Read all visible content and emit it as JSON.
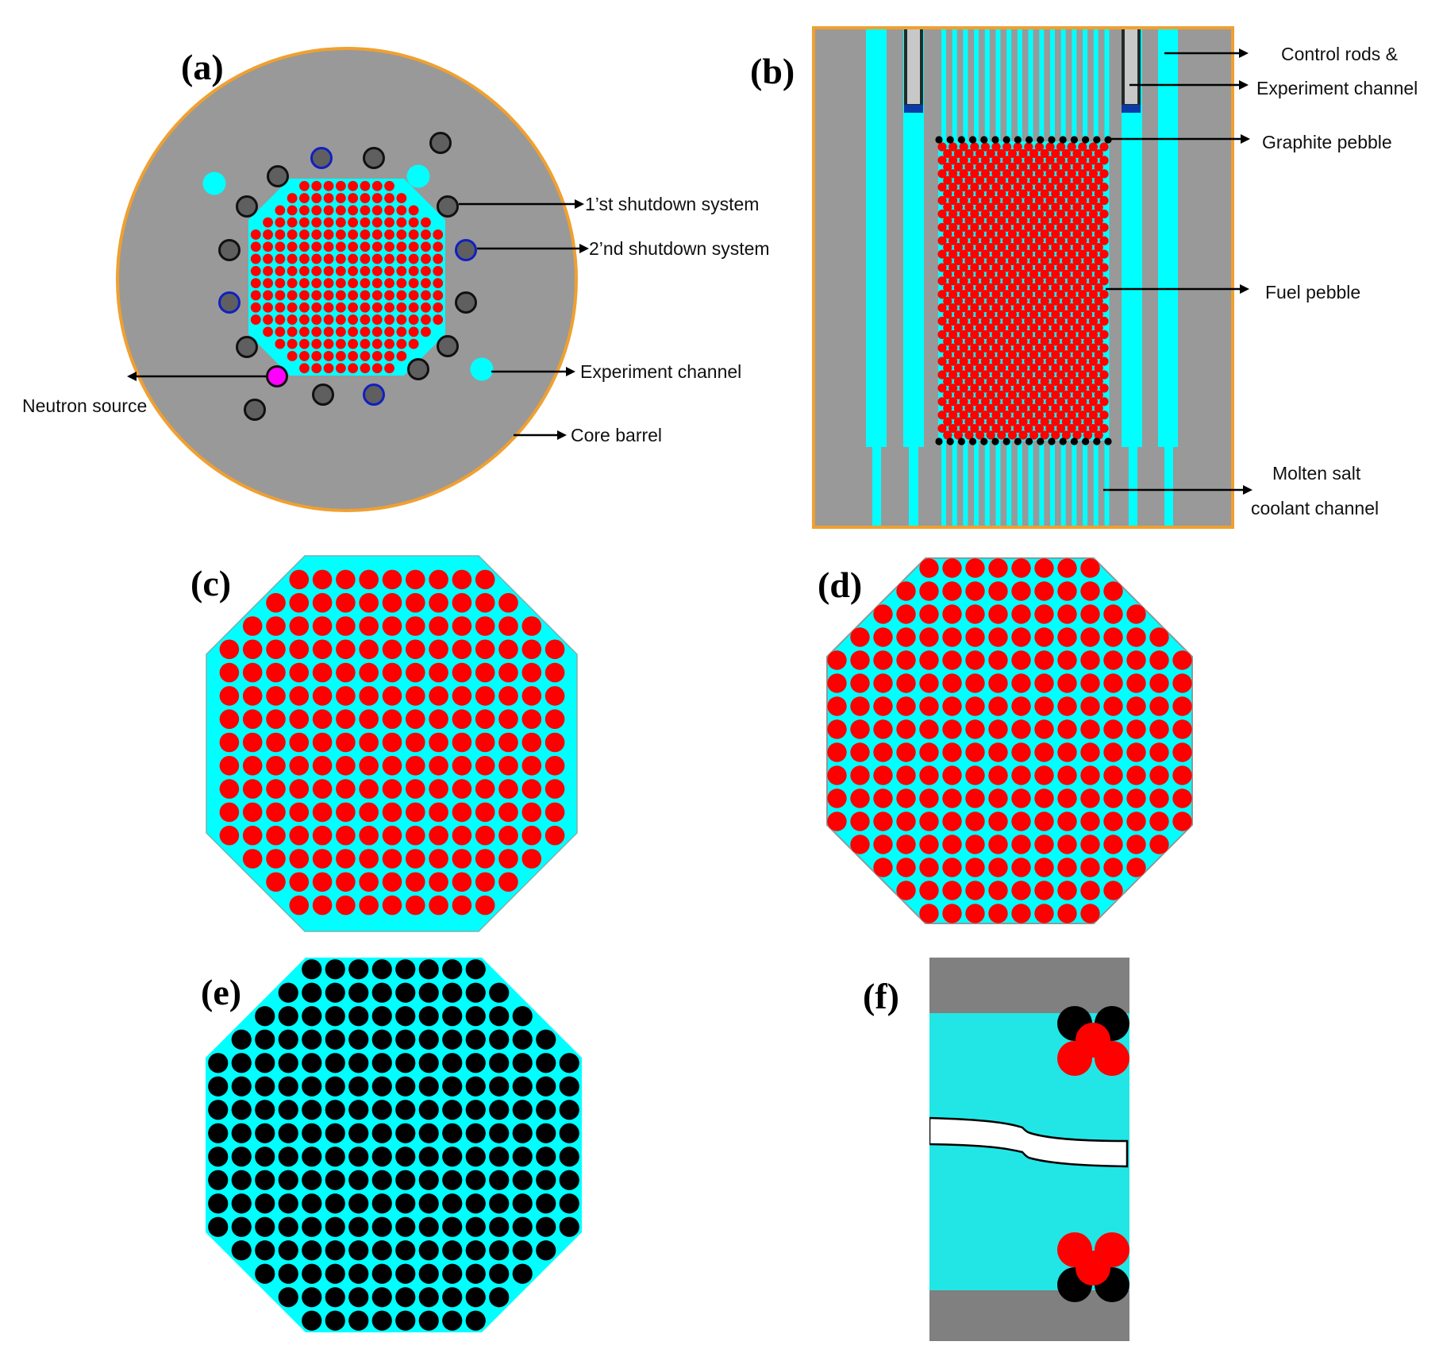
{
  "colors": {
    "graphite": "#999999",
    "barrel": "#f0a030",
    "coolant": "#00ffff",
    "coolant_f": "#22e6e6",
    "fuel": "#ff0000",
    "graphite_pebble": "#000000",
    "rod_fill": "#5f5f5f",
    "rod_rim_first": "#111111",
    "rod_rim_second": "#1020c0",
    "neutron_source": "#ff00ff",
    "rod_sleeve": "#c8c8c8",
    "rod_outline": "#222a2a",
    "rod_tip": "#0a3aa8",
    "reflector_f": "#808080",
    "break_fill": "#ffffff"
  },
  "panels": {
    "a": {
      "label": "(a)",
      "callouts": {
        "first_shutdown": "1’st shutdown system",
        "second_shutdown": "2’nd shutdown system",
        "experiment_channel": "Experiment channel",
        "neutron_source": "Neutron source",
        "core_barrel": "Core barrel"
      },
      "core_rows": [
        8,
        10,
        12,
        14,
        16,
        16,
        16,
        16,
        16,
        16,
        16,
        16,
        14,
        12,
        10,
        8
      ],
      "channels": [
        {
          "type": "first"
        },
        {
          "type": "second"
        },
        {
          "type": "first"
        },
        {
          "type": "first"
        },
        {
          "type": "experiment"
        },
        {
          "type": "experiment"
        },
        {
          "type": "first"
        },
        {
          "type": "first"
        },
        {
          "type": "first"
        },
        {
          "type": "second"
        },
        {
          "type": "second"
        },
        {
          "type": "first"
        },
        {
          "type": "first"
        },
        {
          "type": "first"
        },
        {
          "type": "experiment"
        },
        {
          "type": "source"
        },
        {
          "type": "first"
        },
        {
          "type": "first"
        },
        {
          "type": "second"
        },
        {
          "type": "first"
        }
      ]
    },
    "b": {
      "label": "(b)",
      "callouts": {
        "control_rods_line1": "Control rods &",
        "control_rods_line2": "Experiment channel",
        "graphite_pebble": "Graphite pebble",
        "fuel_pebble": "Fuel pebble",
        "coolant_line1": "Molten salt",
        "coolant_line2": "coolant channel"
      },
      "thin_channel_count": 16,
      "graphite_pebbles_per_row": 16,
      "fuel_columns": 16,
      "fuel_rows": 44
    },
    "c": {
      "label": "(c)",
      "rows": [
        9,
        11,
        13,
        15,
        15,
        15,
        15,
        15,
        15,
        15,
        15,
        15,
        13,
        11,
        9
      ]
    },
    "d": {
      "label": "(d)",
      "rows": [
        8,
        10,
        12,
        14,
        16,
        16,
        16,
        16,
        16,
        16,
        16,
        16,
        14,
        12,
        10,
        8
      ]
    },
    "e": {
      "label": "(e)",
      "rows": [
        8,
        10,
        12,
        14,
        16,
        16,
        16,
        16,
        16,
        16,
        16,
        16,
        14,
        12,
        10,
        8
      ]
    },
    "f": {
      "label": "(f)"
    }
  }
}
